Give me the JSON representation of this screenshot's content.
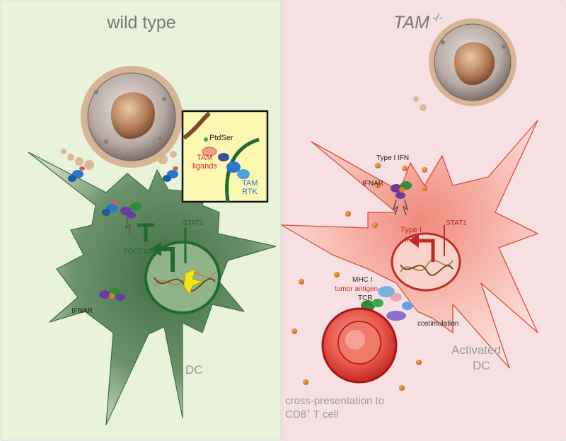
{
  "panels": {
    "left": {
      "title": "wild type",
      "labels": {
        "ptdser": "PtdSer",
        "tam_ligands_1": "TAM",
        "tam_ligands_2": "ligands",
        "tam_rtk_1": "TAM",
        "tam_rtk_2": "RTK",
        "stat1": "STAT1",
        "socs": "SOCS1/3",
        "ifnar": "IFNAR",
        "dc": "DC"
      }
    },
    "right": {
      "title": "TAM",
      "title_sup": "-/-",
      "labels": {
        "type1_ifn": "Type I IFN",
        "ifnar": "IFNAR",
        "stat1": "STAT1",
        "type1_ifn_nuc_1": "Type I",
        "type1_ifn_nuc_2": "IFN",
        "mhc": "MHC I",
        "tumor_antigen": "tumor antigen",
        "tcr": "TCR",
        "costim": "costimulation",
        "activated_1": "Activated",
        "activated_2": "DC",
        "cross_1": "cross-presentation to",
        "cross_2": "CD8",
        "cross_sup": "+",
        "cross_3": " T cell"
      }
    }
  },
  "colors": {
    "left_bg": "#e8f3da",
    "right_bg": "#f6e0e2",
    "dc_green": "#4f7f52",
    "dc_red": "#e0493f",
    "label_red": "#d8282a",
    "inset_bg": "#fbf7b0",
    "ifn_orange": "#e07d22"
  }
}
